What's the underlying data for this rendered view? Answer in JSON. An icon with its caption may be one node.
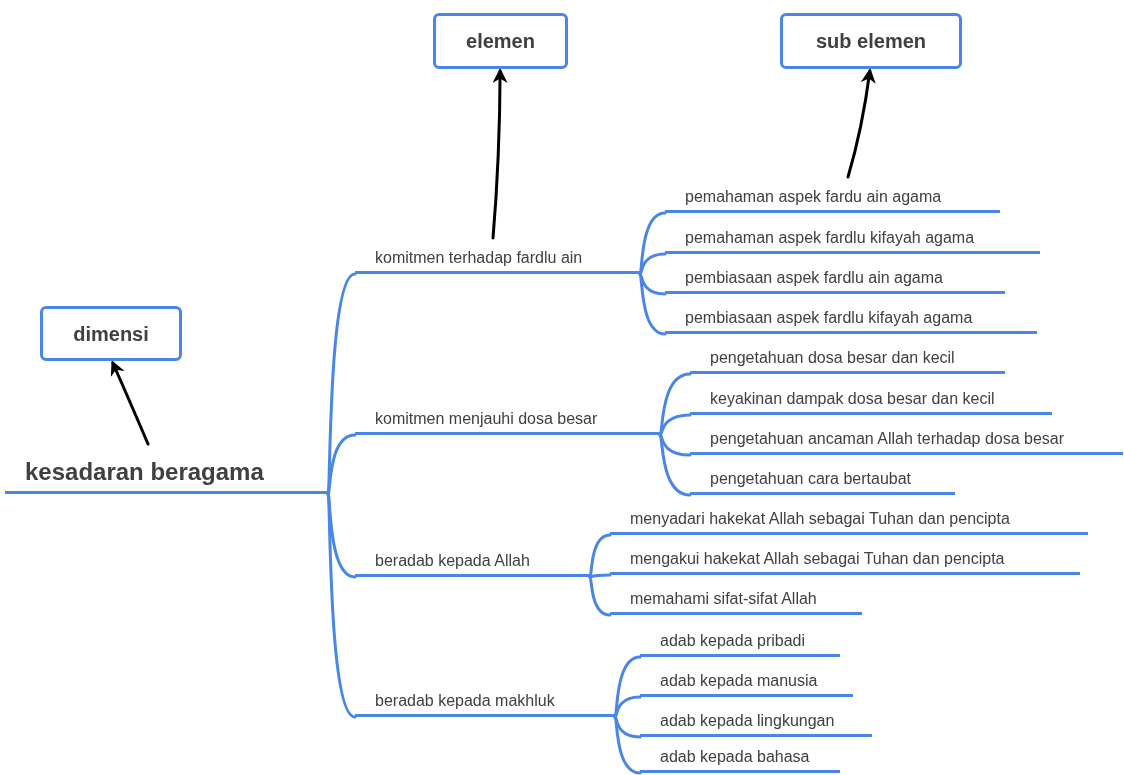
{
  "diagram": {
    "nodes": [
      {
        "text": [
          "dimensi"
        ]
      },
      {
        "text": [
          "elemen"
        ]
      },
      {
        "text": [
          "sub elemen"
        ]
      },
      {
        "text": [
          "kesadaran beragama"
        ]
      },
      {
        "text": [
          "komitmen terhadap fardlu ain"
        ]
      },
      {
        "text": [
          "pemahaman aspek fardu ain agama"
        ]
      },
      {
        "text": [
          "pemahaman aspek fardlu kifayah agama"
        ]
      },
      {
        "text": [
          "pembiasaan aspek fardlu ain agama"
        ]
      },
      {
        "text": [
          "pembiasaan aspek fardlu kifayah agama"
        ]
      },
      {
        "text": [
          "komitmen menjauhi dosa besar"
        ]
      },
      {
        "text": [
          "pengetahuan dosa besar dan kecil"
        ]
      },
      {
        "text": [
          "keyakinan dampak dosa besar dan kecil"
        ]
      },
      {
        "text": [
          "pengetahuan ancaman Allah terhadap dosa besar"
        ]
      },
      {
        "text": [
          "pengetahuan cara bertaubat"
        ]
      },
      {
        "text": [
          "beradab kepada Allah"
        ]
      },
      {
        "text": [
          "menyadari hakekat Allah sebagai Tuhan dan pencipta"
        ]
      },
      {
        "text": [
          "mengakui hakekat Allah sebagai Tuhan dan pencipta"
        ]
      },
      {
        "text": [
          "memahami sifat-sifat Allah"
        ]
      },
      {
        "text": [
          "beradab kepada makhluk"
        ]
      },
      {
        "text": [
          "adab kepada pribadi"
        ]
      },
      {
        "text": [
          "adab kepada manusia"
        ]
      },
      {
        "text": [
          "adab kepada lingkungan"
        ]
      },
      {
        "text": [
          "adab kepada bahasa"
        ]
      }
    ],
    "edges": [
      {
        "from": 3,
        "to": 0,
        "arrow": "to",
        "color": "#000000"
      },
      {
        "from": 4,
        "to": 1,
        "arrow": "to",
        "color": "#000000"
      },
      {
        "from": 5,
        "to": 2,
        "arrow": "to",
        "color": "#000000"
      },
      {
        "from": 3,
        "to": 4,
        "arrow": "none"
      },
      {
        "from": 3,
        "to": 9,
        "arrow": "none"
      },
      {
        "from": 3,
        "to": 14,
        "arrow": "none"
      },
      {
        "from": 3,
        "to": 18,
        "arrow": "none"
      },
      {
        "from": 4,
        "to": 5,
        "arrow": "none"
      },
      {
        "from": 4,
        "to": 6,
        "arrow": "none"
      },
      {
        "from": 4,
        "to": 7,
        "arrow": "none"
      },
      {
        "from": 4,
        "to": 8,
        "arrow": "none"
      },
      {
        "from": 9,
        "to": 10,
        "arrow": "none"
      },
      {
        "from": 9,
        "to": 11,
        "arrow": "none"
      },
      {
        "from": 9,
        "to": 12,
        "arrow": "none"
      },
      {
        "from": 9,
        "to": 13,
        "arrow": "none"
      },
      {
        "from": 14,
        "to": 15,
        "arrow": "none"
      },
      {
        "from": 14,
        "to": 16,
        "arrow": "none"
      },
      {
        "from": 14,
        "to": 17,
        "arrow": "none"
      },
      {
        "from": 18,
        "to": 19,
        "arrow": "none"
      },
      {
        "from": 18,
        "to": 20,
        "arrow": "none"
      },
      {
        "from": 18,
        "to": 21,
        "arrow": "none"
      },
      {
        "from": 18,
        "to": 22,
        "arrow": "none"
      }
    ]
  }
}
